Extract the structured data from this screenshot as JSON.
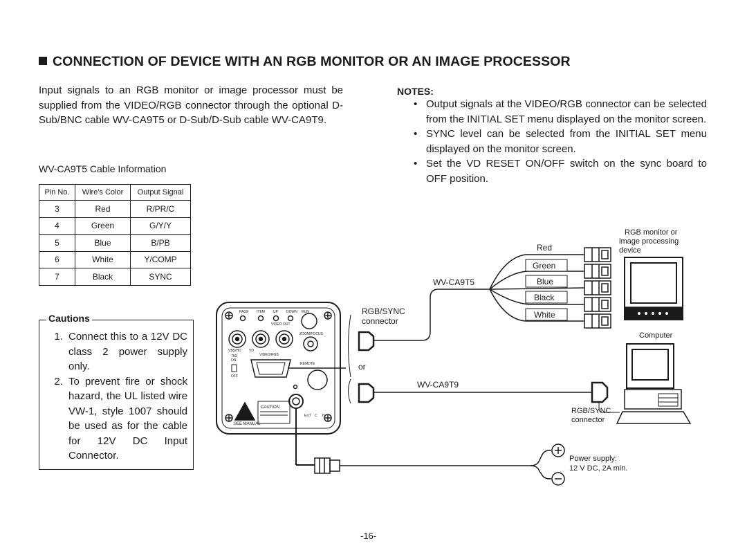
{
  "heading": "CONNECTION OF DEVICE WITH AN RGB MONITOR OR AN IMAGE PROCESSOR",
  "intro": "Input signals to an RGB monitor or image processor must be supplied from the VIDEO/RGB connector through the optional D-Sub/BNC cable WV-CA9T5 or D-Sub/D-Sub cable WV-CA9T9.",
  "table": {
    "caption": "WV-CA9T5 Cable Information",
    "headers": [
      "Pin No.",
      "Wire's Color",
      "Output Signal"
    ],
    "rows": [
      [
        "3",
        "Red",
        "R/PR/C"
      ],
      [
        "4",
        "Green",
        "G/Y/Y"
      ],
      [
        "5",
        "Blue",
        "B/PB"
      ],
      [
        "6",
        "White",
        "Y/COMP"
      ],
      [
        "7",
        "Black",
        "SYNC"
      ]
    ]
  },
  "cautions": {
    "title": "Cautions",
    "items": [
      "Connect this to a 12V DC class 2 power supply only.",
      "To prevent fire or shock hazard, the UL listed wire VW-1, style 1007 should be used as for the cable for 12V DC Input Connector."
    ]
  },
  "notes": {
    "title": "NOTES:",
    "items": [
      "Output signals at the VIDEO/RGB connector can be selected from the INITIAL SET menu displayed on the monitor screen.",
      "SYNC level can be selected from the INITIAL SET menu displayed on the monitor screen.",
      "Set the VD RESET ON/OFF switch on the sync board to OFF position."
    ]
  },
  "diagram": {
    "monitor_label_1": "RGB monitor or",
    "monitor_label_2": "image processing",
    "monitor_label_3": "device",
    "computer_label": "Computer",
    "wires": [
      "Red",
      "Green",
      "Blue",
      "Black",
      "White"
    ],
    "cable_t5": "WV-CA9T5",
    "cable_t9": "WV-CA9T9",
    "rgbsync_1": "RGB/SYNC",
    "rgbsync_2": "connector",
    "or": "or",
    "rgbsync_pc_1": "RGB/SYNC",
    "rgbsync_pc_2": "connector",
    "power_1": "Power supply:",
    "power_2": "12 V DC, 2A min.",
    "camera": {
      "panel_top": [
        "PAGE",
        "ITEM",
        "UP",
        "DOWN",
        "RUN"
      ],
      "labels": [
        "VIDEO OUT",
        "ZOOM/FOCUS",
        "VBS/HD",
        "VD",
        "VIDEO/RGB",
        "75Ω",
        "ON",
        "OFF",
        "REMOTE",
        "CAUTION",
        "SEE MANUAL",
        "EXT",
        "C",
        "H"
      ]
    }
  },
  "page_number": "-16-"
}
